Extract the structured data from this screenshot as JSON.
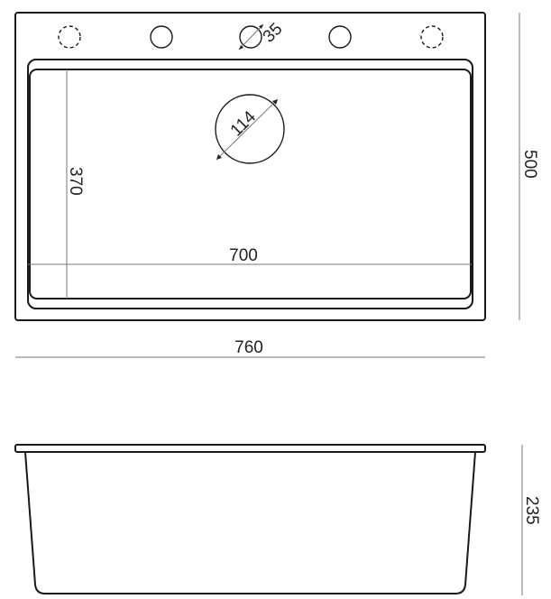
{
  "drawing": {
    "top_view": {
      "dimensions": {
        "overall_width": "760",
        "overall_depth": "500",
        "bowl_width": "700",
        "bowl_depth": "370",
        "drain_diameter": "114",
        "tap_hole_diameter": "35"
      },
      "tap_holes": [
        {
          "position": "far-left",
          "style": "optional-dashed"
        },
        {
          "position": "left",
          "style": "solid"
        },
        {
          "position": "center",
          "style": "solid-dimensioned"
        },
        {
          "position": "right",
          "style": "solid"
        },
        {
          "position": "far-right",
          "style": "optional-dashed"
        }
      ]
    },
    "side_view": {
      "dimensions": {
        "bowl_height": "235"
      }
    },
    "colors": {
      "outline": "#1a1a1a",
      "dimension_line": "#777777",
      "background": "#ffffff"
    }
  }
}
